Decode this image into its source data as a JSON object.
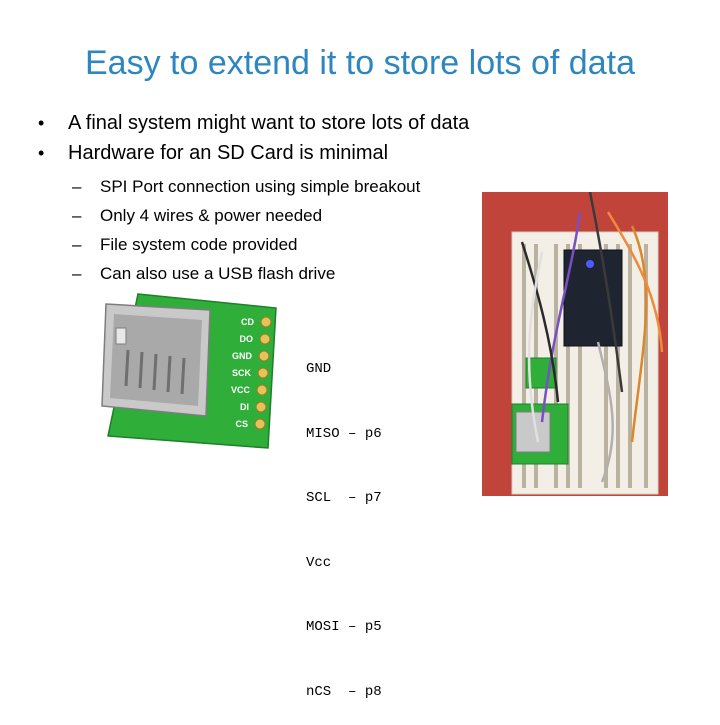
{
  "slide": {
    "title": "Easy to extend it to store lots of data",
    "bullets": [
      "A final system might want to store lots of data",
      "Hardware for an SD Card is minimal"
    ],
    "sub_bullets": [
      "SPI Port connection using simple breakout",
      "Only 4 wires & power needed",
      "File system code provided",
      "Can also use a USB flash drive"
    ],
    "pin_map": [
      {
        "signal": "GND",
        "sep": "",
        "pin": ""
      },
      {
        "signal": "MISO",
        "sep": "–",
        "pin": "p6"
      },
      {
        "signal": "SCL",
        "sep": "–",
        "pin": "p7"
      },
      {
        "signal": "Vcc",
        "sep": "",
        "pin": ""
      },
      {
        "signal": "MOSI",
        "sep": "–",
        "pin": "p5"
      },
      {
        "signal": "nCS",
        "sep": "–",
        "pin": "p8"
      }
    ],
    "board_labels": [
      "CD",
      "DO",
      "GND",
      "SCK",
      "VCC",
      "DI",
      "CS"
    ]
  },
  "colors": {
    "title": "#2e86c1",
    "pcb_green": "#2fae3a",
    "breadboard": "#f3efe6",
    "backdrop": "#c0443a"
  }
}
